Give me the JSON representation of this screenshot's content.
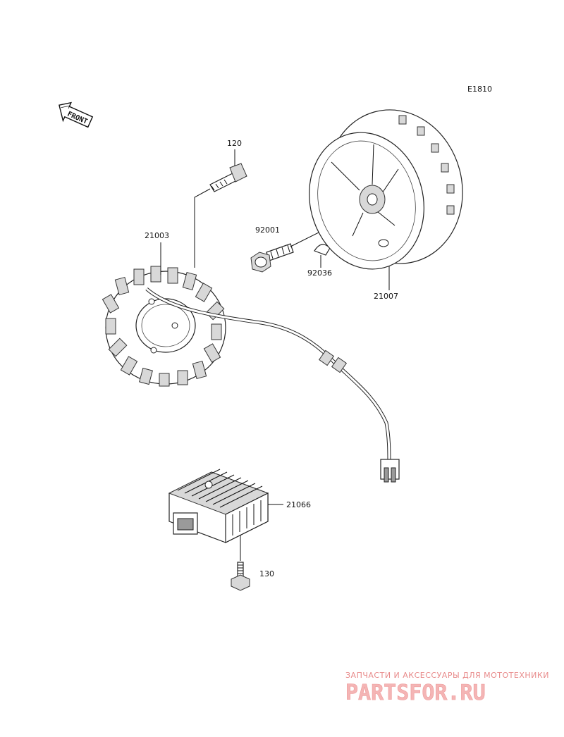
{
  "diagram_code": "E1810",
  "front_arrow": {
    "text": "FRONT",
    "icon": "front-arrow-icon"
  },
  "callouts": [
    {
      "id": "120",
      "label": "120"
    },
    {
      "id": "21003",
      "label": "21003"
    },
    {
      "id": "92001",
      "label": "92001"
    },
    {
      "id": "92036",
      "label": "92036"
    },
    {
      "id": "21007",
      "label": "21007"
    },
    {
      "id": "21066",
      "label": "21066"
    },
    {
      "id": "130",
      "label": "130"
    }
  ],
  "watermark": {
    "tagline": "ЗАПЧАСТИ И АКСЕССУАРЫ ДЛЯ МОТОТЕХНИКИ",
    "logo": "PARTSFOR.RU"
  },
  "colors": {
    "ink": "#111111",
    "watermark": "#e88a8a"
  }
}
